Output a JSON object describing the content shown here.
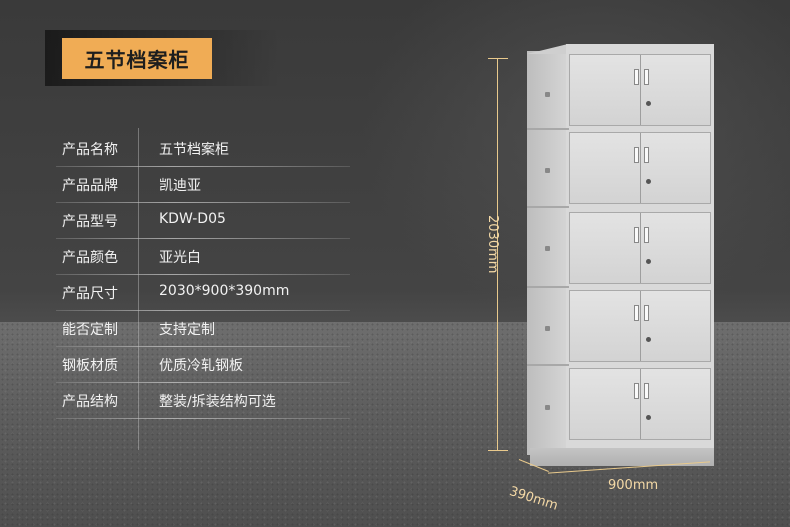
{
  "title": "五节档案柜",
  "specs": [
    {
      "key": "产品名称",
      "value": "五节档案柜"
    },
    {
      "key": "产品品牌",
      "value": "凯迪亚"
    },
    {
      "key": "产品型号",
      "value": "KDW-D05"
    },
    {
      "key": "产品颜色",
      "value": "亚光白"
    },
    {
      "key": "产品尺寸",
      "value": "2030*900*390mm"
    },
    {
      "key": "能否定制",
      "value": "支持定制"
    },
    {
      "key": "钢板材质",
      "value": "优质冷轧钢板"
    },
    {
      "key": "产品结构",
      "value": "整装/拆装结构可选"
    }
  ],
  "dimensions": {
    "height": "2030mm",
    "width": "900mm",
    "depth": "390mm"
  },
  "colors": {
    "title_bg": "#f0ac55",
    "dimension_line": "#e8c98c",
    "cabinet": "#d9d9d9"
  }
}
